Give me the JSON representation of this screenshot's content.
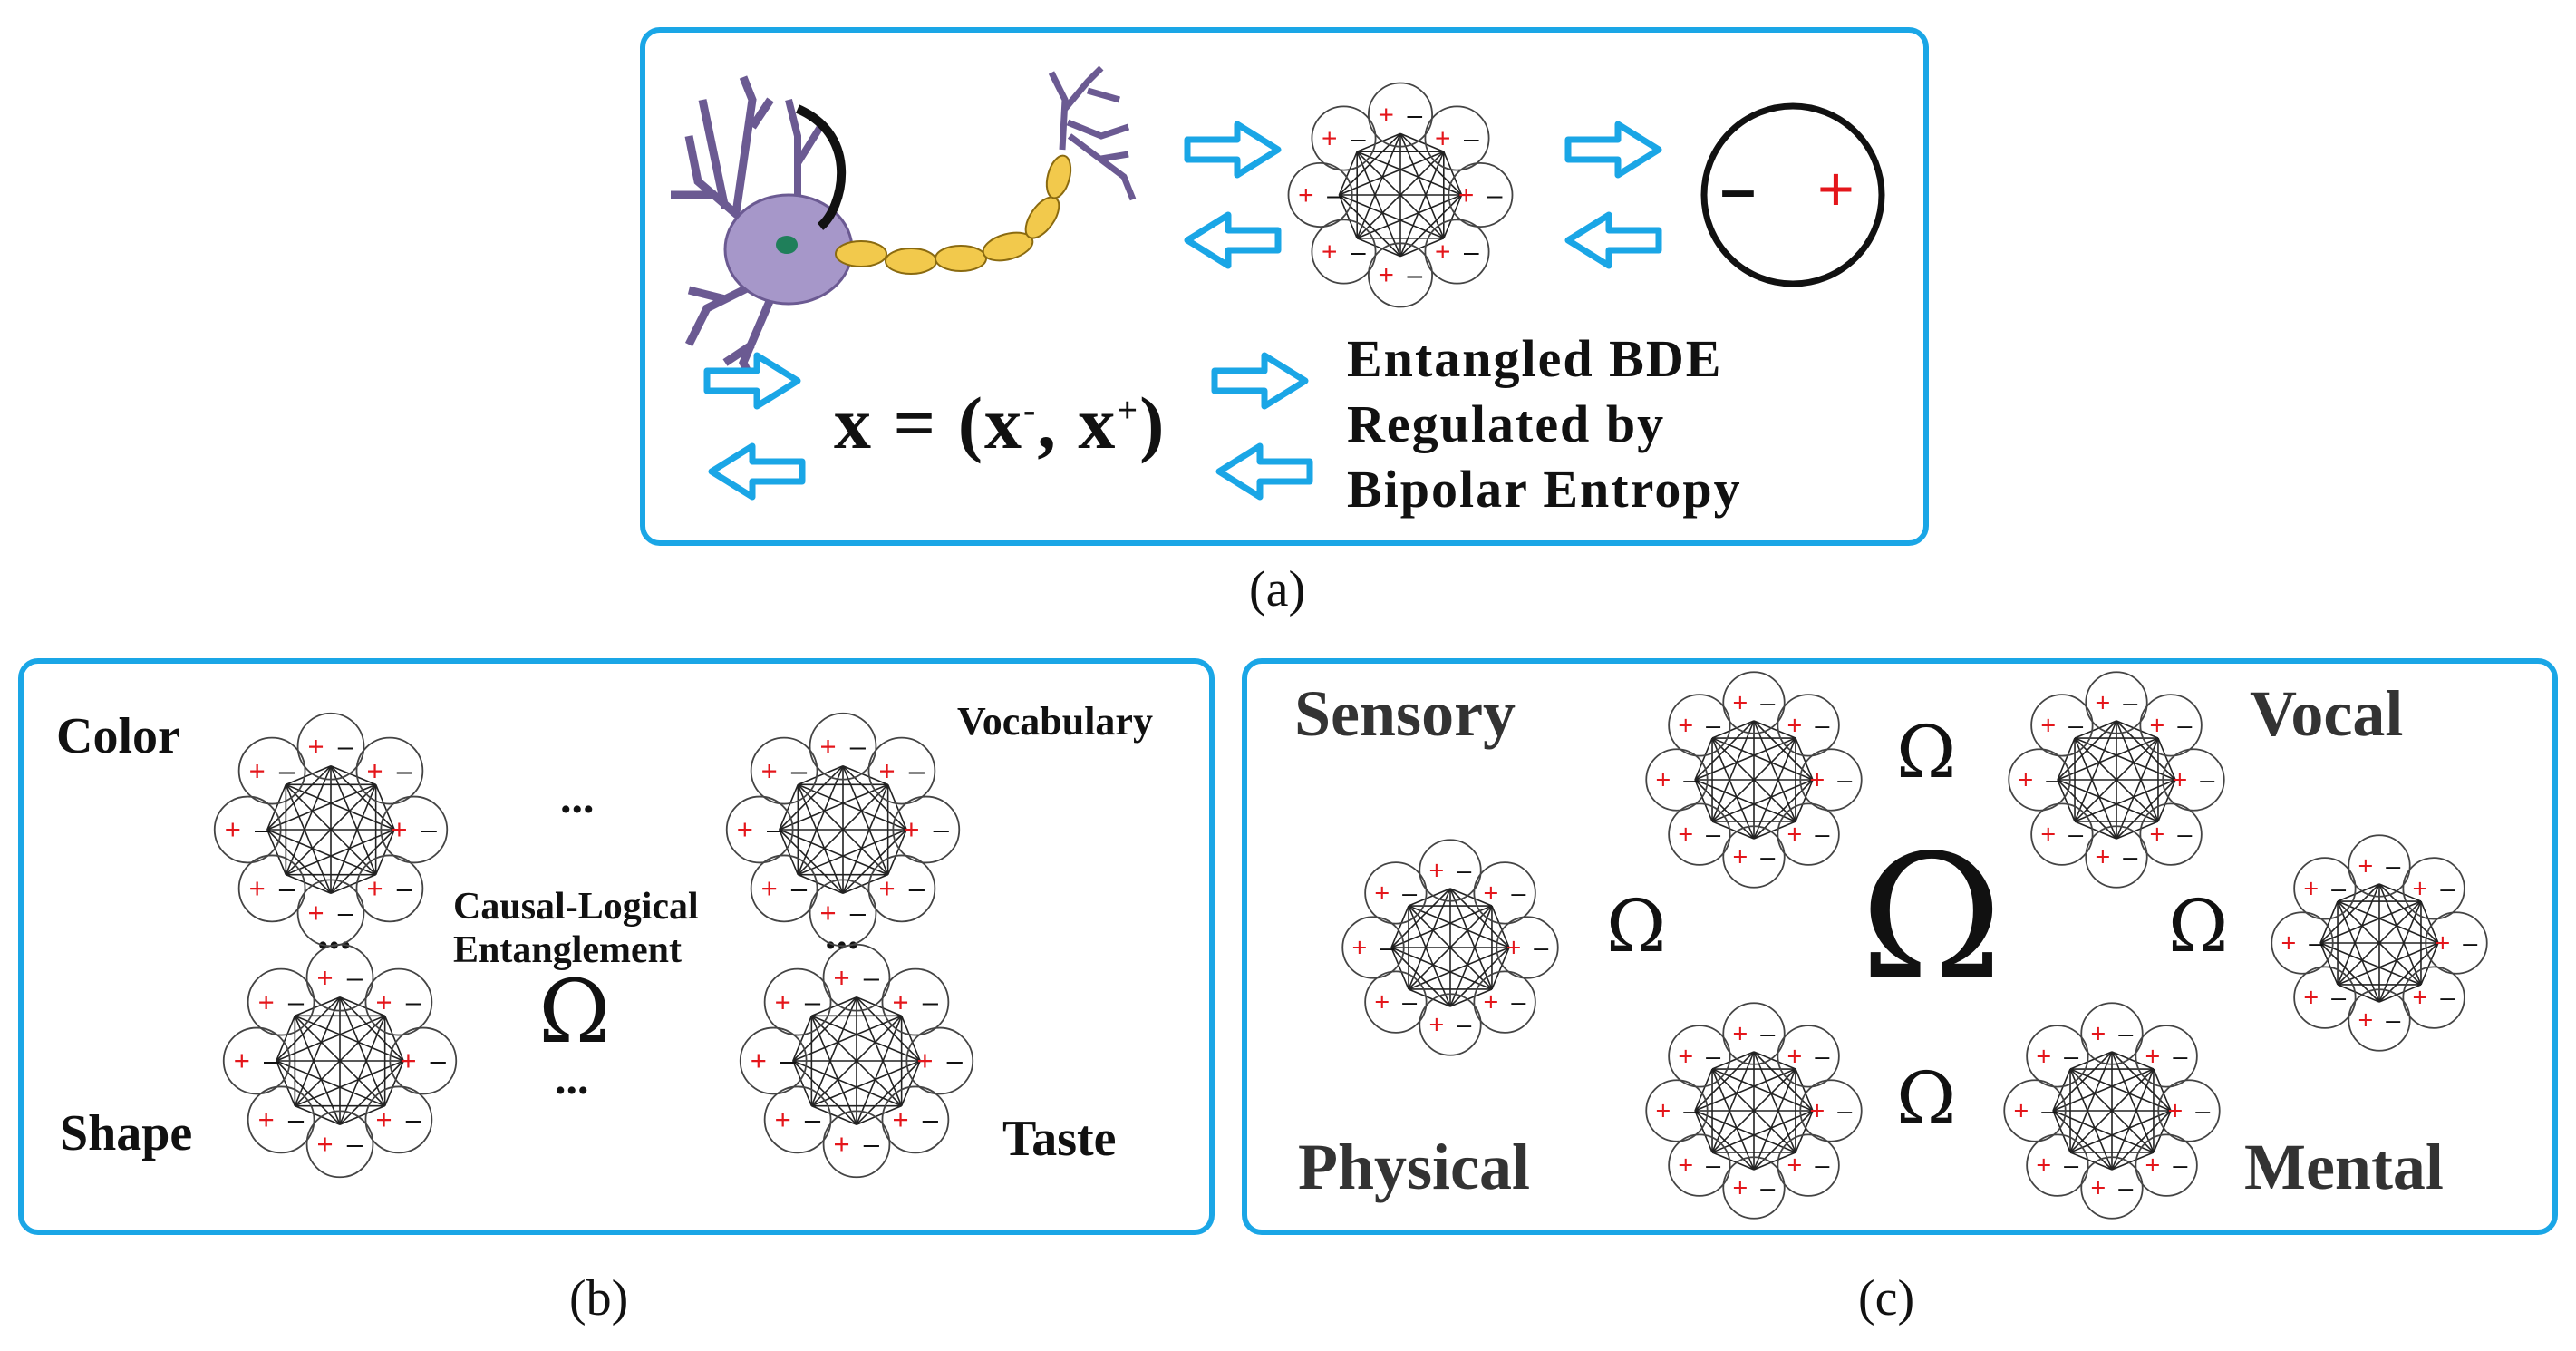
{
  "panel_a": {
    "formula": {
      "lhs": "x = (x",
      "sup_minus": "-",
      "comma": ", x",
      "sup_plus": "+",
      "rhs": ")"
    },
    "description_lines": [
      "Entangled BDE",
      "Regulated by",
      "Bipolar Entropy"
    ],
    "bipolar_minus": "–",
    "bipolar_plus": "+",
    "caption": "(a)"
  },
  "panel_b": {
    "labels": {
      "color": "Color",
      "vocabulary": "Vocabulary",
      "shape": "Shape",
      "taste": "Taste"
    },
    "entanglement_lines": [
      "Causal-Logical",
      "Entanglement"
    ],
    "omega": "Ω",
    "ellipsis": "...",
    "caption": "(b)"
  },
  "panel_c": {
    "labels": {
      "sensory": "Sensory",
      "vocal": "Vocal",
      "physical": "Physical",
      "mental": "Mental"
    },
    "omega": "Ω",
    "caption": "(c)"
  },
  "colors": {
    "border": "#1aa6e6",
    "arrow": "#1aa6e6",
    "plus": "#e4161b",
    "neuron": "#a697c9",
    "axon": "#f2c94c"
  },
  "cluster_signs": {
    "plus": "+",
    "minus": "–"
  }
}
